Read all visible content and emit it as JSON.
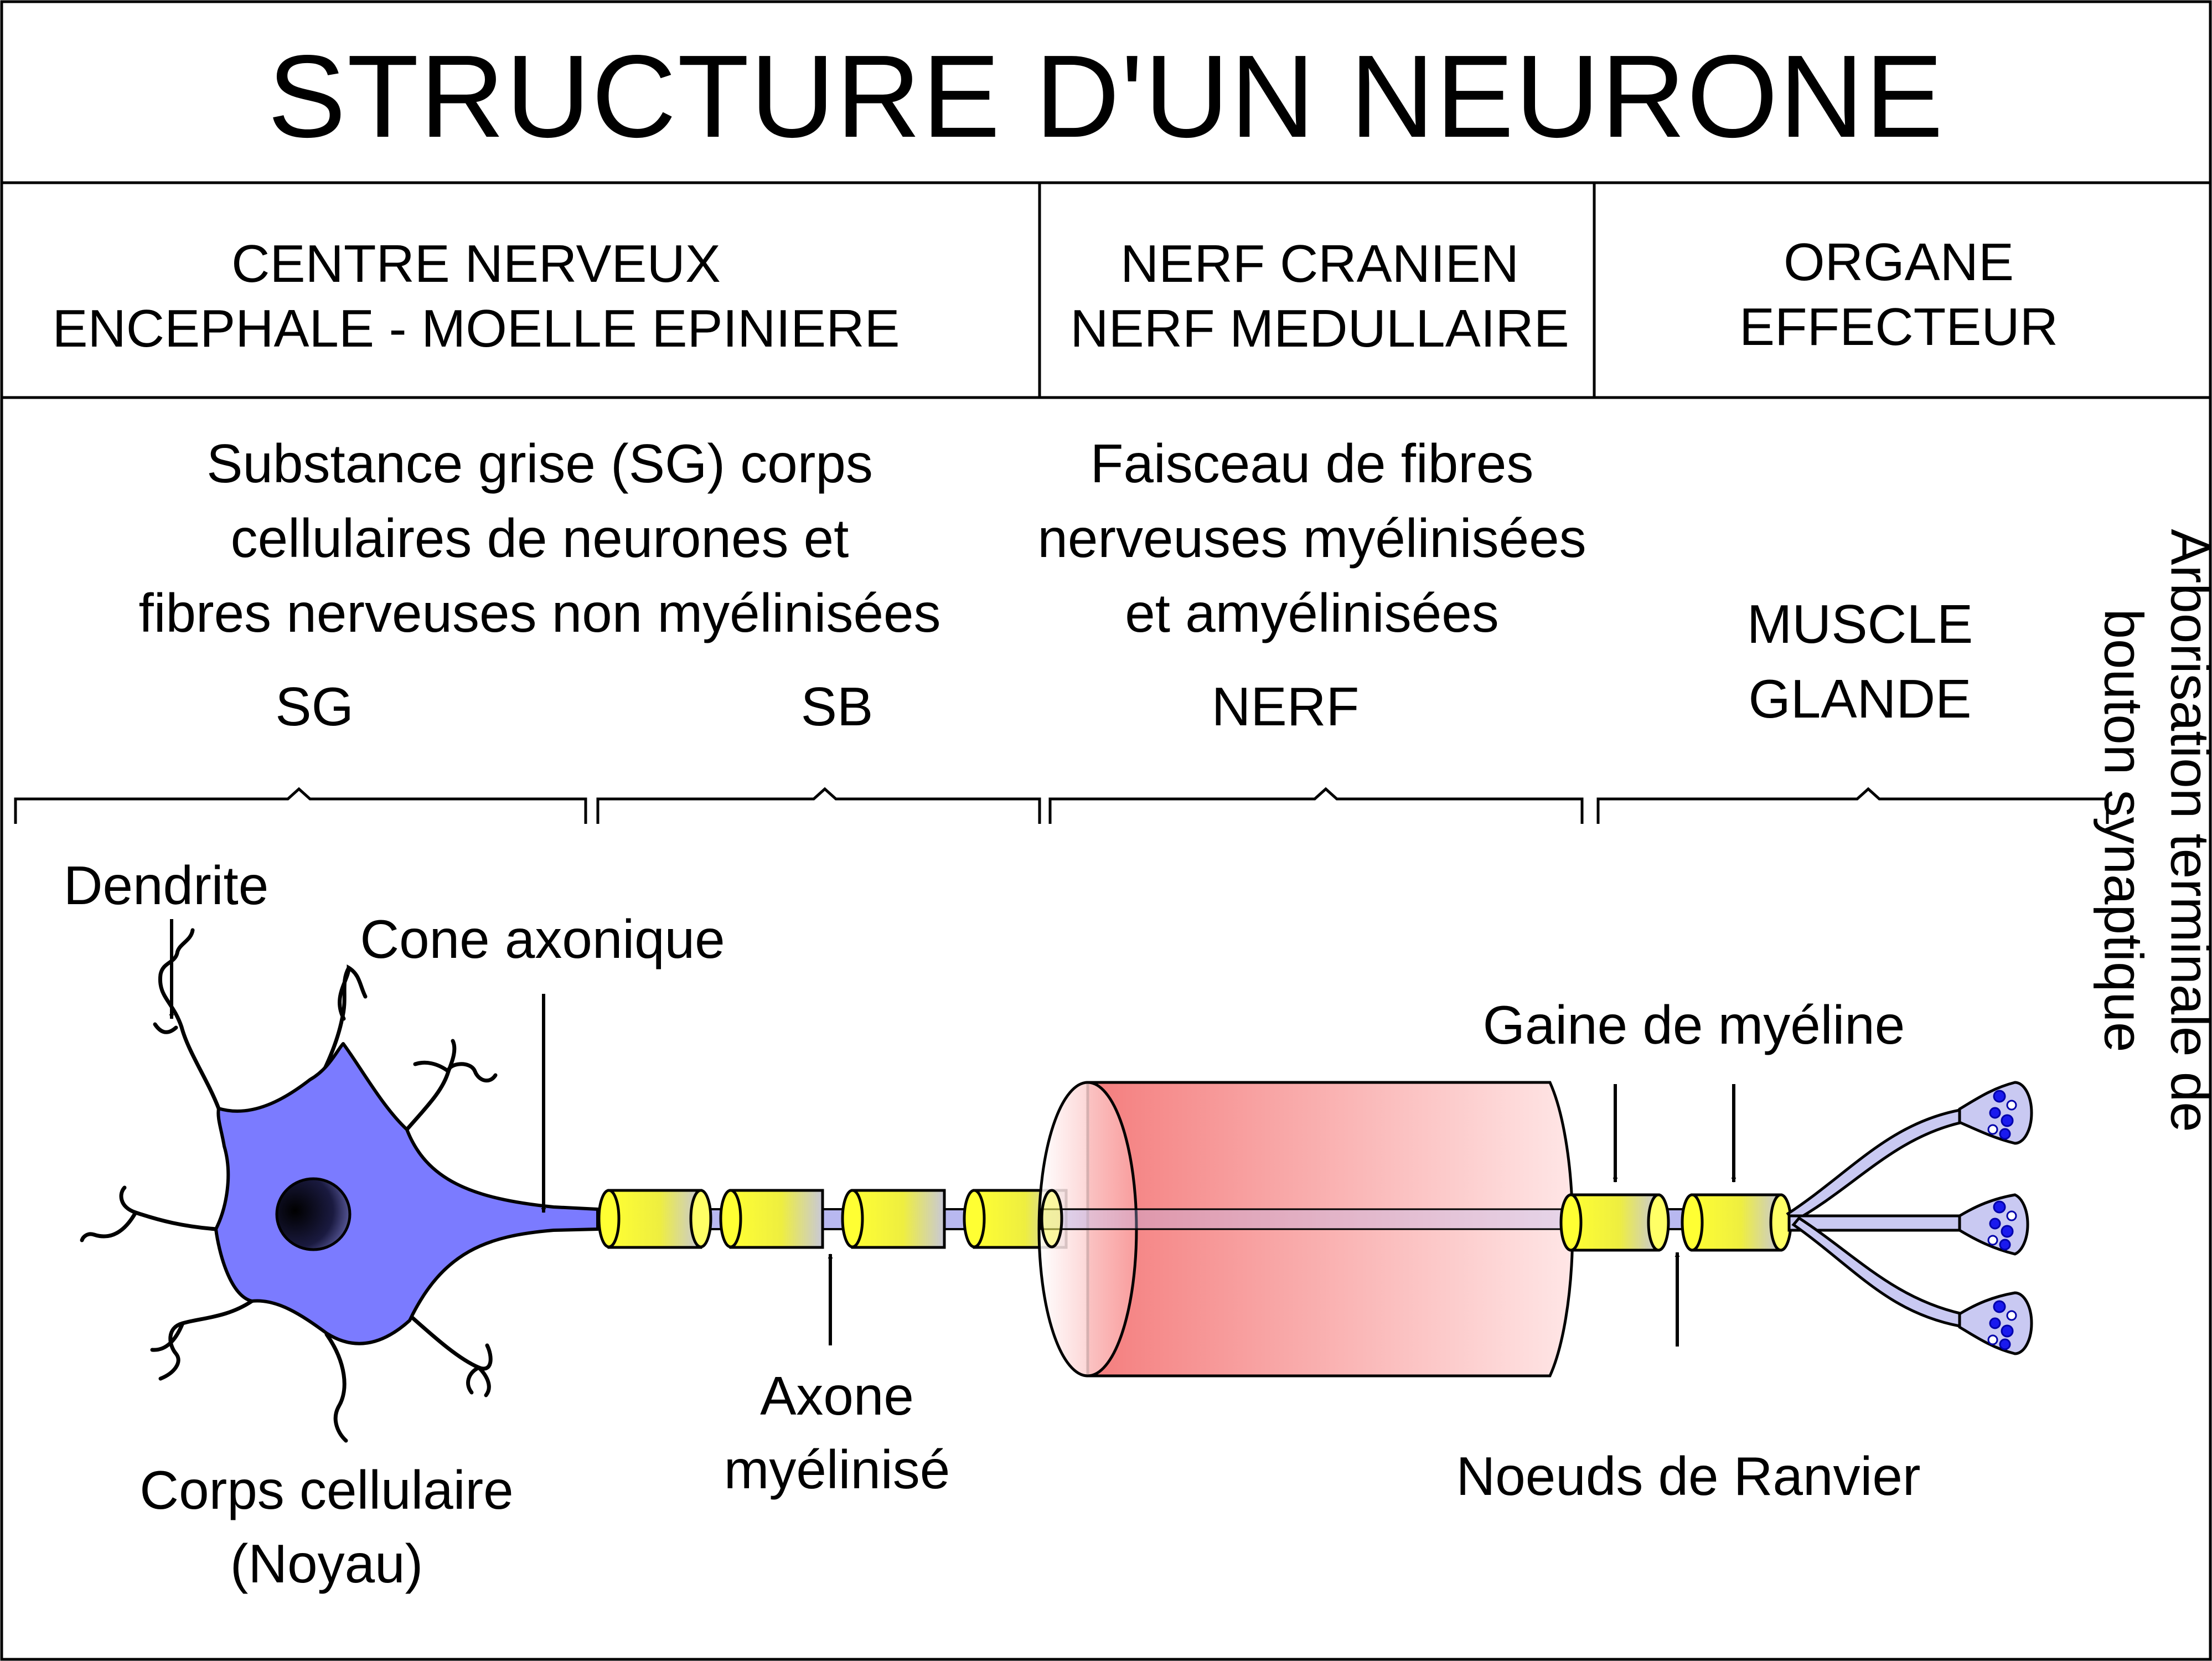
{
  "title": "STRUCTURE D'UN NEURONE",
  "headers": {
    "centre_line1": "CENTRE NERVEUX",
    "centre_line2": "ENCEPHALE - MOELLE EPINIERE",
    "nerf_line1": "NERF CRANIEN",
    "nerf_line2": "NERF MEDULLAIRE",
    "organe_line1": "ORGANE",
    "organe_line2": "EFFECTEUR"
  },
  "descriptions": {
    "sg_line1": "Substance grise (SG) corps",
    "sg_line2": "cellulaires de neurones et",
    "sg_line3": "fibres nerveuses non myélinisées",
    "nerf_line1": "Faisceau de fibres",
    "nerf_line2": "nerveuses myélinisées",
    "nerf_line3": "et amyélinisées",
    "muscle": "MUSCLE",
    "glande": "GLANDE"
  },
  "zones": {
    "sg": "SG",
    "sb": "SB",
    "nerf": "NERF"
  },
  "labels": {
    "dendrite": "Dendrite",
    "cone_axonique": "Cone axonique",
    "gaine": "Gaine de myéline",
    "axone_line1": "Axone",
    "axone_line2": "myélinisé",
    "corps_line1": "Corps cellulaire",
    "corps_line2": "(Noyau)",
    "noeuds": "Noeuds de Ranvier",
    "arbor_line1": "Arborisation terminale de",
    "arbor_line2": "bouton synaptique"
  },
  "colors": {
    "cell_body": "#7b7bff",
    "myelin": "#ffff33",
    "nerve_bundle": "#f78888",
    "axon": "#b8b8f0",
    "vesicle": "#1a1aee",
    "border": "#000000"
  }
}
